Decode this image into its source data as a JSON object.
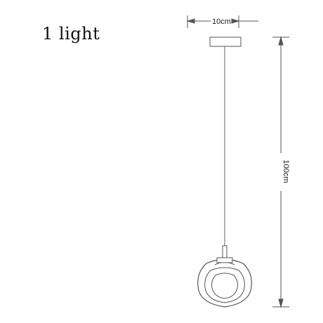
{
  "title": "1 light",
  "dimensions": {
    "canopy_width": "10cm",
    "drop_height": "100cm"
  },
  "colors": {
    "line": "#555555",
    "text": "#111111",
    "background": "#ffffff"
  }
}
